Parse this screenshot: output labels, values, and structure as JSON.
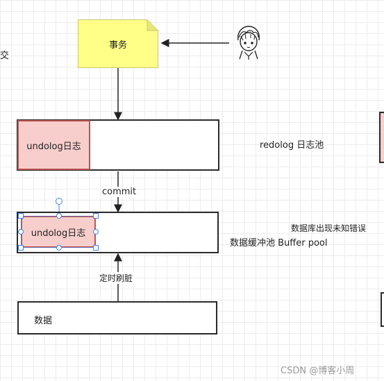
{
  "left_fragment": "交",
  "transaction_note": "事务",
  "top_box": {
    "inner_label": "undolog日志"
  },
  "redolog_label": "redolog 日志池",
  "commit_label": "commit",
  "buffer_box": {
    "inner_label": "undolog日志"
  },
  "db_error_label": "数据库出现未知错误",
  "buffer_pool_label": "数据缓冲池 Buffer pool",
  "flush_label": "定时刷脏",
  "data_box_label": "数据",
  "watermark": "CSDN @博客小周",
  "colors": {
    "note_fill": "#ffff88",
    "note_border": "#c9c96a",
    "pink_fill": "#f8cecc",
    "pink_border": "#b85450",
    "selection": "#3b82f6"
  }
}
